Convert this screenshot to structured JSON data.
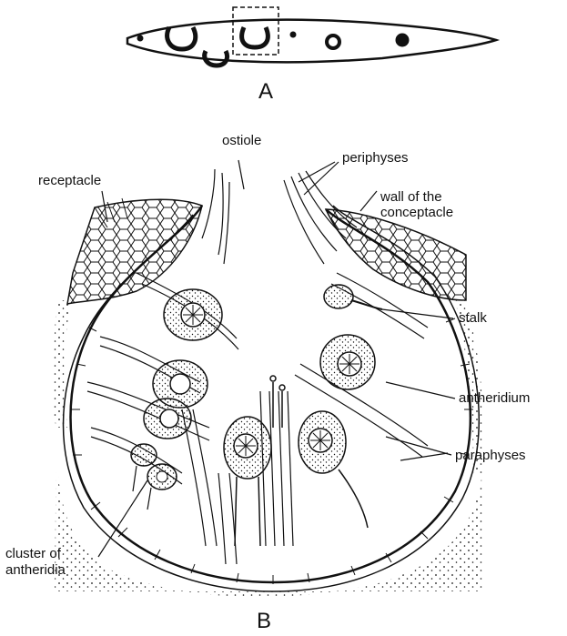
{
  "figure": {
    "panel_a_letter": "A",
    "panel_b_letter": "B",
    "labels": {
      "ostiole": "ostiole",
      "periphyses": "periphyses",
      "receptacle": "receptacle",
      "wall_line1": "wall of the",
      "wall_line2": "conceptacle",
      "stalk": "stalk",
      "antheridium": "antheridium",
      "paraphyses": "paraphyses",
      "cluster_line1": "cluster of",
      "cluster_line2": "antheridia"
    }
  },
  "colors": {
    "ink": "#111111",
    "paper": "#ffffff"
  }
}
